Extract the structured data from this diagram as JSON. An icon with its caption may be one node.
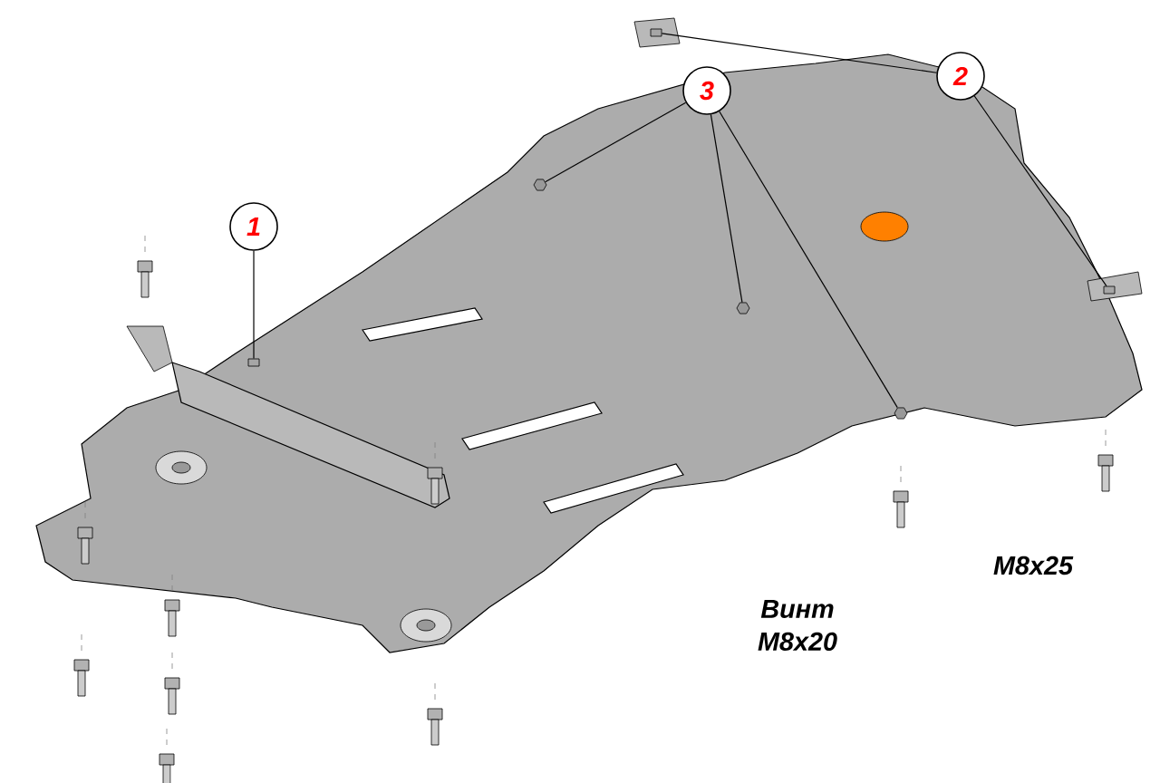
{
  "diagram": {
    "nodes": [
      {
        "text": [
          "1"
        ]
      },
      {
        "text": [
          "2"
        ]
      },
      {
        "text": [
          "3"
        ]
      },
      {
        "text": [],
        "shape": "bracket"
      },
      {
        "text": [],
        "shape": "bracket"
      },
      {
        "text": [],
        "shape": "bracket"
      },
      {
        "text": [],
        "shape": "nut"
      },
      {
        "text": [],
        "shape": "nut"
      },
      {
        "text": [],
        "shape": "nut"
      }
    ],
    "edges": [
      {
        "from": 0,
        "to": 3,
        "arrow": "none"
      },
      {
        "from": 1,
        "to": 4,
        "arrow": "none"
      },
      {
        "from": 1,
        "to": 5,
        "arrow": "none"
      },
      {
        "from": 2,
        "to": 6,
        "arrow": "none"
      },
      {
        "from": 2,
        "to": 7,
        "arrow": "none"
      },
      {
        "from": 2,
        "to": 8,
        "arrow": "none"
      }
    ],
    "labels": [
      "Винт M8x20",
      "M8x25"
    ]
  }
}
